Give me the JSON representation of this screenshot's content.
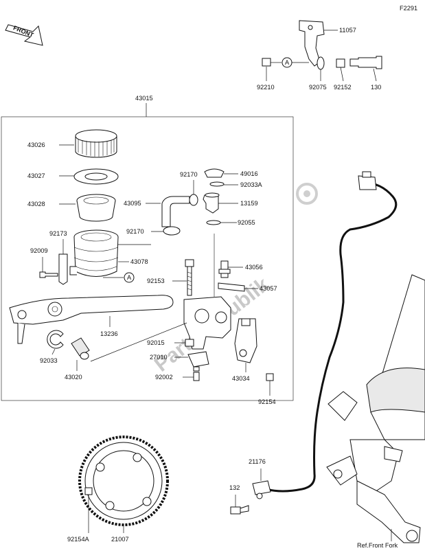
{
  "figure_code": "F2291",
  "front_badge": "FRONT",
  "assembly_label": "43015",
  "ref_note": "Ref.Front Fork",
  "watermark": "PartsRepublik",
  "callout_marker": "A",
  "labels": {
    "p11057": "11057",
    "p92210": "92210",
    "p92075": "92075",
    "p92152": "92152",
    "p130": "130",
    "p43026": "43026",
    "p43027": "43027",
    "p43028": "43028",
    "p92173": "92173",
    "p92009": "92009",
    "p43078": "43078",
    "p92170a": "92170",
    "p49016": "49016",
    "p92033a": "92033A",
    "p43095": "43095",
    "p13159": "13159",
    "p92170b": "92170",
    "p92055": "92055",
    "p43056": "43056",
    "p92153": "92153",
    "p43057": "43057",
    "p13236": "13236",
    "p92015": "92015",
    "p27010": "27010",
    "p92033": "92033",
    "p43020": "43020",
    "p92002": "92002",
    "p43034": "43034",
    "p92154": "92154",
    "p21176": "21176",
    "p132": "132",
    "p92154a": "92154A",
    "p21007": "21007"
  }
}
